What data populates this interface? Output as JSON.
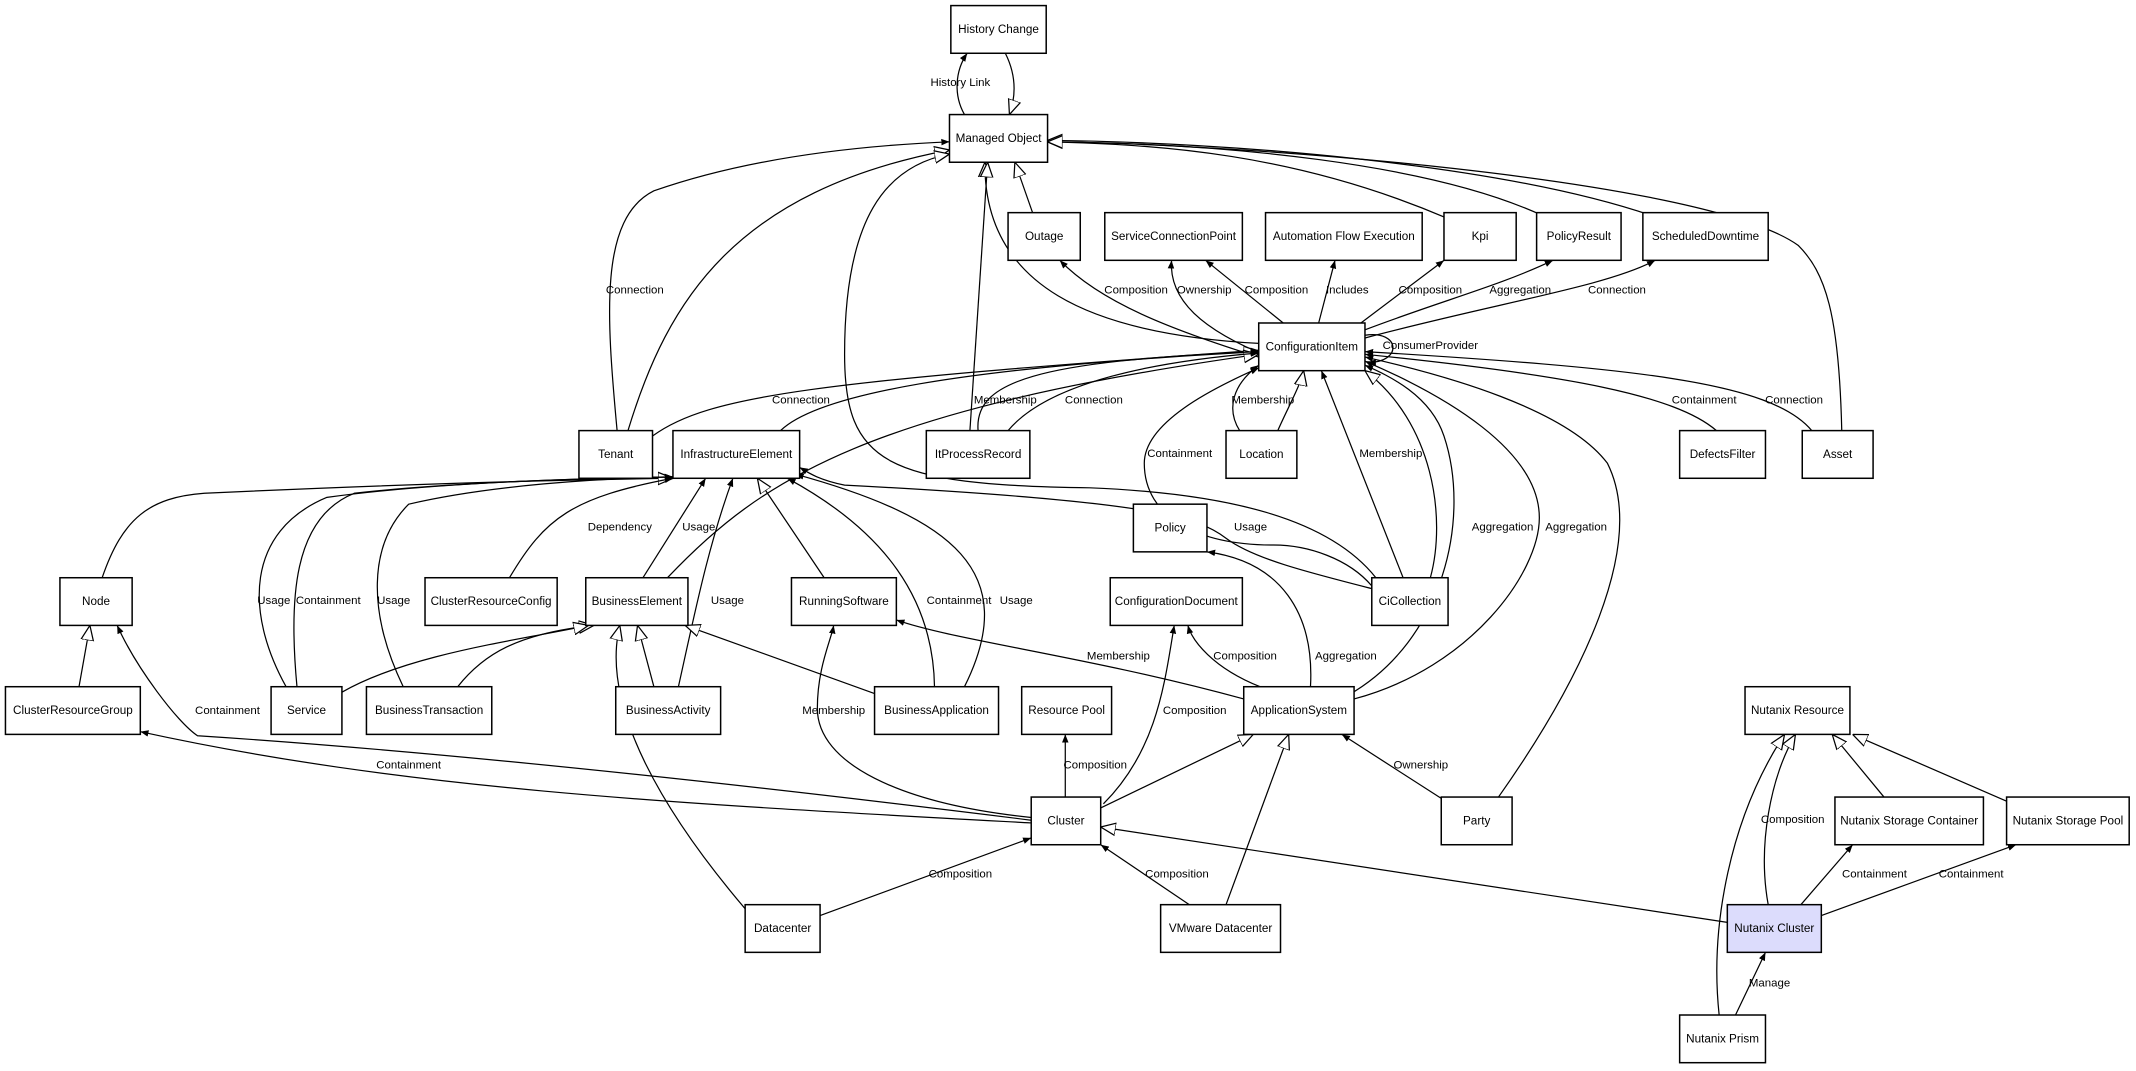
{
  "colors": {
    "node_fill": "#ffffff",
    "highlight_fill": "#dcdcfc",
    "stroke": "#000000"
  },
  "nodes": [
    {
      "id": "hc",
      "name": "History Change"
    },
    {
      "id": "mo",
      "name": "Managed Object"
    },
    {
      "id": "outage",
      "name": "Outage"
    },
    {
      "id": "scp",
      "name": "ServiceConnectionPoint"
    },
    {
      "id": "afe",
      "name": "Automation Flow Execution"
    },
    {
      "id": "kpi",
      "name": "Kpi"
    },
    {
      "id": "pr",
      "name": "PolicyResult"
    },
    {
      "id": "sd",
      "name": "ScheduledDowntime"
    },
    {
      "id": "ci",
      "name": "ConfigurationItem"
    },
    {
      "id": "tenant",
      "name": "Tenant"
    },
    {
      "id": "ie",
      "name": "InfrastructureElement"
    },
    {
      "id": "ipr",
      "name": "ItProcessRecord"
    },
    {
      "id": "loc",
      "name": "Location"
    },
    {
      "id": "df",
      "name": "DefectsFilter"
    },
    {
      "id": "asset",
      "name": "Asset"
    },
    {
      "id": "policy",
      "name": "Policy"
    },
    {
      "id": "node",
      "name": "Node"
    },
    {
      "id": "crc",
      "name": "ClusterResourceConfig"
    },
    {
      "id": "be",
      "name": "BusinessElement"
    },
    {
      "id": "rs",
      "name": "RunningSoftware"
    },
    {
      "id": "cd",
      "name": "ConfigurationDocument"
    },
    {
      "id": "cic",
      "name": "CiCollection"
    },
    {
      "id": "crg",
      "name": "ClusterResourceGroup"
    },
    {
      "id": "svc",
      "name": "Service"
    },
    {
      "id": "bt",
      "name": "BusinessTransaction"
    },
    {
      "id": "ba",
      "name": "BusinessActivity"
    },
    {
      "id": "bapp",
      "name": "BusinessApplication"
    },
    {
      "id": "rp",
      "name": "Resource Pool"
    },
    {
      "id": "as",
      "name": "ApplicationSystem"
    },
    {
      "id": "nr",
      "name": "Nutanix Resource"
    },
    {
      "id": "cluster",
      "name": "Cluster"
    },
    {
      "id": "party",
      "name": "Party"
    },
    {
      "id": "nsc",
      "name": "Nutanix Storage Container"
    },
    {
      "id": "nsp",
      "name": "Nutanix Storage Pool"
    },
    {
      "id": "dc",
      "name": "Datacenter"
    },
    {
      "id": "vdc",
      "name": "VMware Datacenter"
    },
    {
      "id": "nc",
      "name": "Nutanix Cluster",
      "highlighted": true
    },
    {
      "id": "np",
      "name": "Nutanix Prism"
    }
  ],
  "edges": [
    {
      "from": "mo",
      "to": "hc",
      "label": "History Link",
      "kind": "association"
    },
    {
      "from": "hc",
      "to": "mo",
      "label": "",
      "kind": "generalization"
    },
    {
      "from": "outage",
      "to": "mo",
      "label": "",
      "kind": "generalization"
    },
    {
      "from": "ci",
      "to": "mo",
      "label": "",
      "kind": "generalization"
    },
    {
      "from": "ipr",
      "to": "mo",
      "label": "",
      "kind": "generalization"
    },
    {
      "from": "tenant",
      "to": "mo",
      "label": "Connection",
      "kind": "association"
    },
    {
      "from": "tenant",
      "to": "mo",
      "label": "",
      "kind": "generalization"
    },
    {
      "from": "cic",
      "to": "mo",
      "label": "",
      "kind": "generalization"
    },
    {
      "from": "kpi",
      "to": "mo",
      "label": "",
      "kind": "generalization"
    },
    {
      "from": "pr",
      "to": "mo",
      "label": "",
      "kind": "generalization"
    },
    {
      "from": "sd",
      "to": "mo",
      "label": "",
      "kind": "generalization"
    },
    {
      "from": "asset",
      "to": "mo",
      "label": "",
      "kind": "generalization"
    },
    {
      "from": "ci",
      "to": "outage",
      "label": "Composition",
      "kind": "association"
    },
    {
      "from": "ci",
      "to": "scp",
      "label": "Ownership",
      "kind": "association"
    },
    {
      "from": "ci",
      "to": "scp",
      "label": "Composition",
      "kind": "association"
    },
    {
      "from": "ci",
      "to": "afe",
      "label": "Includes",
      "kind": "association"
    },
    {
      "from": "ci",
      "to": "kpi",
      "label": "Composition",
      "kind": "association"
    },
    {
      "from": "ci",
      "to": "pr",
      "label": "Aggregation",
      "kind": "association"
    },
    {
      "from": "ci",
      "to": "sd",
      "label": "Connection",
      "kind": "association"
    },
    {
      "from": "ci",
      "to": "ci",
      "label": "ConsumerProvider",
      "kind": "association"
    },
    {
      "from": "tenant",
      "to": "ci",
      "label": "Connection",
      "kind": "association"
    },
    {
      "from": "ie",
      "to": "ci",
      "label": "",
      "kind": "generalization"
    },
    {
      "from": "be",
      "to": "ci",
      "label": "",
      "kind": "generalization"
    },
    {
      "from": "ipr",
      "to": "ci",
      "label": "Membership",
      "kind": "association"
    },
    {
      "from": "ipr",
      "to": "ci",
      "label": "Connection",
      "kind": "association"
    },
    {
      "from": "loc",
      "to": "ci",
      "label": "Membership",
      "kind": "association"
    },
    {
      "from": "loc",
      "to": "ci",
      "label": "",
      "kind": "generalization"
    },
    {
      "from": "cic",
      "to": "ci",
      "label": "Containment",
      "kind": "association"
    },
    {
      "from": "cic",
      "to": "ci",
      "label": "Membership",
      "kind": "association"
    },
    {
      "from": "cic",
      "to": "ci",
      "label": "",
      "kind": "generalization"
    },
    {
      "from": "as",
      "to": "ci",
      "label": "Aggregation",
      "kind": "association"
    },
    {
      "from": "as",
      "to": "ci",
      "label": "Aggregation",
      "kind": "association"
    },
    {
      "from": "party",
      "to": "ci",
      "label": "",
      "kind": "association"
    },
    {
      "from": "df",
      "to": "ci",
      "label": "Containment",
      "kind": "association"
    },
    {
      "from": "asset",
      "to": "ci",
      "label": "Connection",
      "kind": "association"
    },
    {
      "from": "node",
      "to": "ie",
      "label": "",
      "kind": "generalization"
    },
    {
      "from": "svc",
      "to": "ie",
      "label": "Usage",
      "kind": "association"
    },
    {
      "from": "svc",
      "to": "ie",
      "label": "Containment",
      "kind": "association"
    },
    {
      "from": "bt",
      "to": "ie",
      "label": "Usage",
      "kind": "association"
    },
    {
      "from": "crc",
      "to": "ie",
      "label": "Dependency",
      "kind": "association"
    },
    {
      "from": "be",
      "to": "ie",
      "label": "Usage",
      "kind": "association"
    },
    {
      "from": "ba",
      "to": "ie",
      "label": "Usage",
      "kind": "association"
    },
    {
      "from": "rs",
      "to": "ie",
      "label": "",
      "kind": "generalization"
    },
    {
      "from": "bapp",
      "to": "ie",
      "label": "Containment",
      "kind": "association"
    },
    {
      "from": "bapp",
      "to": "ie",
      "label": "Usage",
      "kind": "association"
    },
    {
      "from": "cic",
      "to": "ie",
      "label": "Usage",
      "kind": "association"
    },
    {
      "from": "as",
      "to": "policy",
      "label": "Aggregation",
      "kind": "association"
    },
    {
      "from": "crg",
      "to": "node",
      "label": "",
      "kind": "generalization"
    },
    {
      "from": "bt",
      "to": "be",
      "label": "",
      "kind": "generalization"
    },
    {
      "from": "svc",
      "to": "be",
      "label": "",
      "kind": "generalization"
    },
    {
      "from": "ba",
      "to": "be",
      "label": "",
      "kind": "generalization"
    },
    {
      "from": "dc",
      "to": "be",
      "label": "",
      "kind": "generalization"
    },
    {
      "from": "bapp",
      "to": "be",
      "label": "",
      "kind": "generalization"
    },
    {
      "from": "as",
      "to": "rs",
      "label": "Membership",
      "kind": "association"
    },
    {
      "from": "as",
      "to": "cd",
      "label": "Composition",
      "kind": "association"
    },
    {
      "from": "cluster",
      "to": "cd",
      "label": "Composition",
      "kind": "association"
    },
    {
      "from": "cluster",
      "to": "rp",
      "label": "Composition",
      "kind": "association"
    },
    {
      "from": "cluster",
      "to": "rs",
      "label": "Membership",
      "kind": "association"
    },
    {
      "from": "cluster",
      "to": "crg",
      "label": "Containment",
      "kind": "association"
    },
    {
      "from": "cluster",
      "to": "node",
      "label": "Containment",
      "kind": "association"
    },
    {
      "from": "cluster",
      "to": "as",
      "label": "",
      "kind": "generalization"
    },
    {
      "from": "vdc",
      "to": "as",
      "label": "",
      "kind": "generalization"
    },
    {
      "from": "vdc",
      "to": "cluster",
      "label": "Composition",
      "kind": "association"
    },
    {
      "from": "dc",
      "to": "cluster",
      "label": "Composition",
      "kind": "association"
    },
    {
      "from": "party",
      "to": "as",
      "label": "Ownership",
      "kind": "association"
    },
    {
      "from": "nc",
      "to": "cluster",
      "label": "",
      "kind": "generalization"
    },
    {
      "from": "nc",
      "to": "nr",
      "label": "Composition",
      "kind": "generalization"
    },
    {
      "from": "nsc",
      "to": "nr",
      "label": "",
      "kind": "generalization"
    },
    {
      "from": "nsp",
      "to": "nr",
      "label": "",
      "kind": "generalization"
    },
    {
      "from": "nc",
      "to": "nsc",
      "label": "Containment",
      "kind": "association"
    },
    {
      "from": "nc",
      "to": "nsp",
      "label": "Containment",
      "kind": "association"
    },
    {
      "from": "np",
      "to": "nc",
      "label": "Manage",
      "kind": "association"
    },
    {
      "from": "np",
      "to": "nr",
      "label": "",
      "kind": "generalization"
    }
  ]
}
